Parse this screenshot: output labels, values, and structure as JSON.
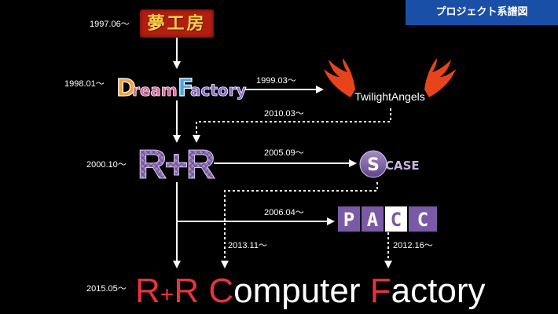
{
  "badge": "プロジェクト系譜図",
  "dates": {
    "mugen": "1997.06～",
    "dream": "1998.01～",
    "twilight": "1999.03～",
    "twilight_merge": "2010.03～",
    "rr": "2000.10～",
    "scase": "2005.09～",
    "pacc": "2006.04～",
    "scase_merge": "2013.11～",
    "pacc_merge": "2012.16～",
    "final": "2015.05～"
  },
  "logos": {
    "mugen": "夢工房",
    "dream_a": "D",
    "dream_b": "ream",
    "dream_c": "F",
    "dream_d": "actory",
    "twilight": "TwilightAngels",
    "rr": "R+R",
    "scase": "CASE",
    "pacc": [
      "P",
      "A",
      "C",
      "C"
    ],
    "final": {
      "r1": "R",
      "plus": "+",
      "r2": "R",
      "c": "C",
      "omputer": "omputer",
      "f": "F",
      "actory": "actory"
    }
  },
  "colors": {
    "final_accent": "#e8333a",
    "rr_purple": "#8c6bb1",
    "pacc_purple": "#7a5aa6",
    "twilight_wing": "#e8441a",
    "badge_blue": "#1a4fa8"
  }
}
